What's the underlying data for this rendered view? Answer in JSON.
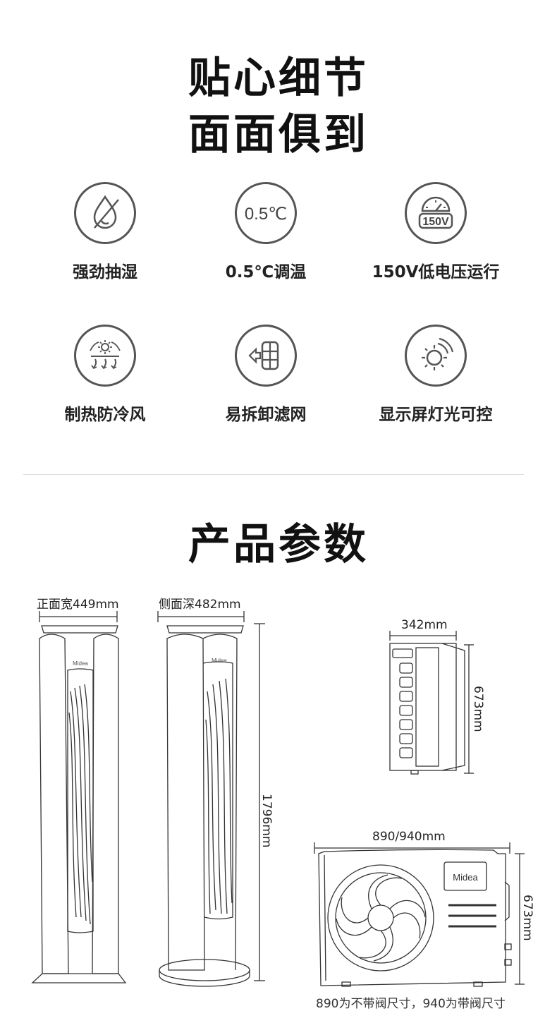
{
  "header": {
    "title_line1": "贴心细节",
    "title_line2": "面面俱到"
  },
  "features": [
    {
      "label": "强劲抽湿",
      "icon": "dehumidify-drop-icon"
    },
    {
      "label": "0.5℃调温",
      "icon": "temperature-0.5c-icon",
      "icon_text": "0.5℃"
    },
    {
      "label": "150V低电压运行",
      "icon": "low-voltage-gauge-icon",
      "icon_text": "150V"
    },
    {
      "label": "制热防冷风",
      "icon": "heating-anti-cold-wind-icon"
    },
    {
      "label": "易拆卸滤网",
      "icon": "removable-filter-icon"
    },
    {
      "label": "显示屏灯光可控",
      "icon": "display-light-icon"
    }
  ],
  "params": {
    "title": "产品参数",
    "indoor_front_width": "正面宽449mm",
    "indoor_side_depth": "侧面深482mm",
    "indoor_height": "1796mm",
    "outdoor_side_depth": "342mm",
    "outdoor_side_height": "673mm",
    "outdoor_width": "890/940mm",
    "outdoor_front_height": "673mm",
    "brand": "Midea",
    "footnote": "890为不带阀尺寸，940为带阀尺寸"
  },
  "colors": {
    "line": "#333333",
    "icon_stroke": "#555555"
  }
}
